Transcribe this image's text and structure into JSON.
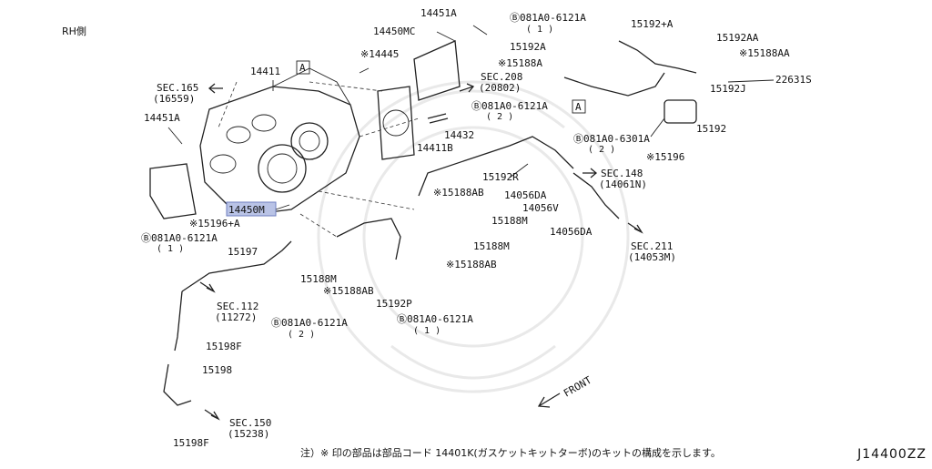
{
  "header": {
    "side_label": "RH側",
    "diagram_code": "J14400ZZ",
    "footnote": "注）※ 印の部品は部品コード 14401K(ガスケットキットターボ)のキットの構成を示します。",
    "front_label": "FRONT"
  },
  "callouts": {
    "c14451A_top": "14451A",
    "c14450MC": "14450MC",
    "c14445": "※14445",
    "c14411": "14411",
    "sec165": "SEC.165",
    "sec165_ref": "(16559)",
    "c14451A_left": "14451A",
    "c14450M": "14450M",
    "c15196A": "※15196+A",
    "bolt081A_left": "Ⓑ081A0-6121A",
    "bolt081A_left_qty": "( 1 )",
    "c15197": "15197",
    "sec112": "SEC.112",
    "sec112_ref": "(11272)",
    "c15188M_mid": "15188M",
    "c15188AB_mid": "※15188AB",
    "c15192P": "15192P",
    "bolt081A_bot1": "Ⓑ081A0-6121A",
    "bolt081A_bot1_qty": "( 2 )",
    "bolt081A_bot2": "Ⓑ081A0-6121A",
    "bolt081A_bot2_qty": "( 1 )",
    "c15198F_top": "15198F",
    "c15198": "15198",
    "sec150": "SEC.150",
    "sec150_ref": "(15238)",
    "c15198F_bot": "15198F",
    "sec208": "SEC.208",
    "sec208_ref": "(20802)",
    "bolt081A_mid": "Ⓑ081A0-6121A",
    "bolt081A_mid_qty": "( 2 )",
    "c14432": "14432",
    "c14411B": "14411B",
    "c15188A": "※15188A",
    "c15192A": "15192A",
    "bolt081A_top": "Ⓑ081A0-6121A",
    "bolt081A_top_qty": "( 1 )",
    "c15192pA": "15192+A",
    "c15192AA": "15192AA",
    "c15188AA": "※15188AA",
    "c15192J": "15192J",
    "c22631S": "22631S",
    "c15192": "15192",
    "bolt081A_6301": "Ⓑ081A0-6301A",
    "bolt081A_6301_qty": "( 2 )",
    "c15196": "※15196",
    "c15192R": "15192R",
    "sec148": "SEC.148",
    "sec148_ref": "(14061N)",
    "c15188AB_r": "※15188AB",
    "c14056DA_1": "14056DA",
    "c14056V": "14056V",
    "c15188M_r": "15188M",
    "c15188M_r2": "15188M",
    "c15188AB_r2": "※15188AB",
    "c14056DA_2": "14056DA",
    "sec211": "SEC.211",
    "sec211_ref": "(14053M)",
    "ref_A1": "A",
    "ref_A2": "A"
  }
}
